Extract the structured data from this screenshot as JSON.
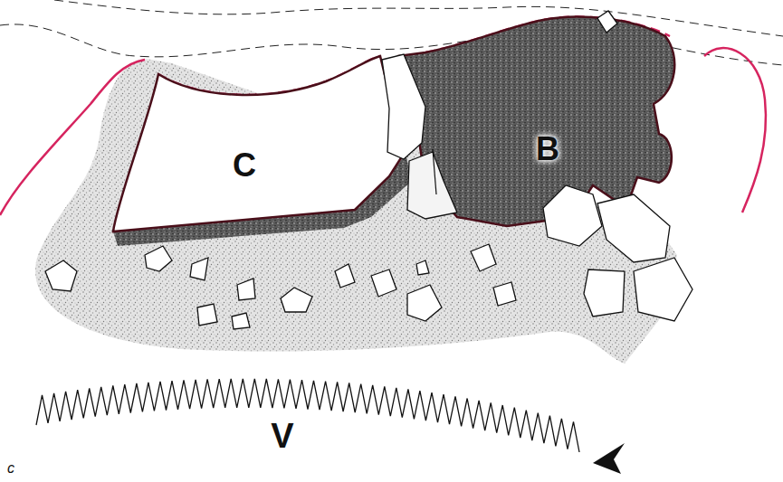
{
  "diagram": {
    "nodes": [
      {
        "text": [
          "C"
        ]
      },
      {
        "text": [
          "B"
        ]
      }
    ],
    "labels": [
      "V",
      "c"
    ]
  }
}
